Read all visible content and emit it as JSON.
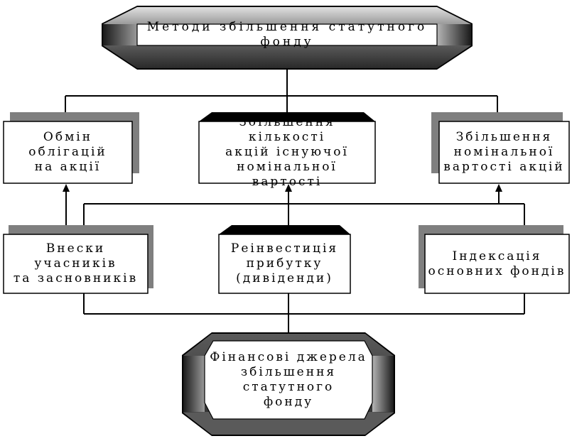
{
  "title": "Методи збільшення статутного фонду",
  "methods": [
    {
      "id": "bond_exchange",
      "label": "Обмін облігацій\nна акції"
    },
    {
      "id": "share_increase",
      "label": "Збільшення кількості\nакцій існуючої\nномінальної вартості"
    },
    {
      "id": "nominal_increase",
      "label": "Збільшення\nномінальної\nвартості акцій"
    }
  ],
  "sources": [
    {
      "id": "contributions",
      "label": "Внески учасників\nта засновників"
    },
    {
      "id": "reinvestment",
      "label": "Реінвестиція\nприбутку\n(дивіденди)"
    },
    {
      "id": "indexation",
      "label": "Індексація\nосновних фондів"
    }
  ],
  "footer": "Фінансові джерела\nзбільшення статутного\nфонду",
  "colors": {
    "line": "#000000",
    "shadow": "#7f7f7f",
    "bevel_dark": "#2a2a2a",
    "bevel_mid": "#8a8a8a",
    "bevel_light": "#d9d9d9"
  }
}
